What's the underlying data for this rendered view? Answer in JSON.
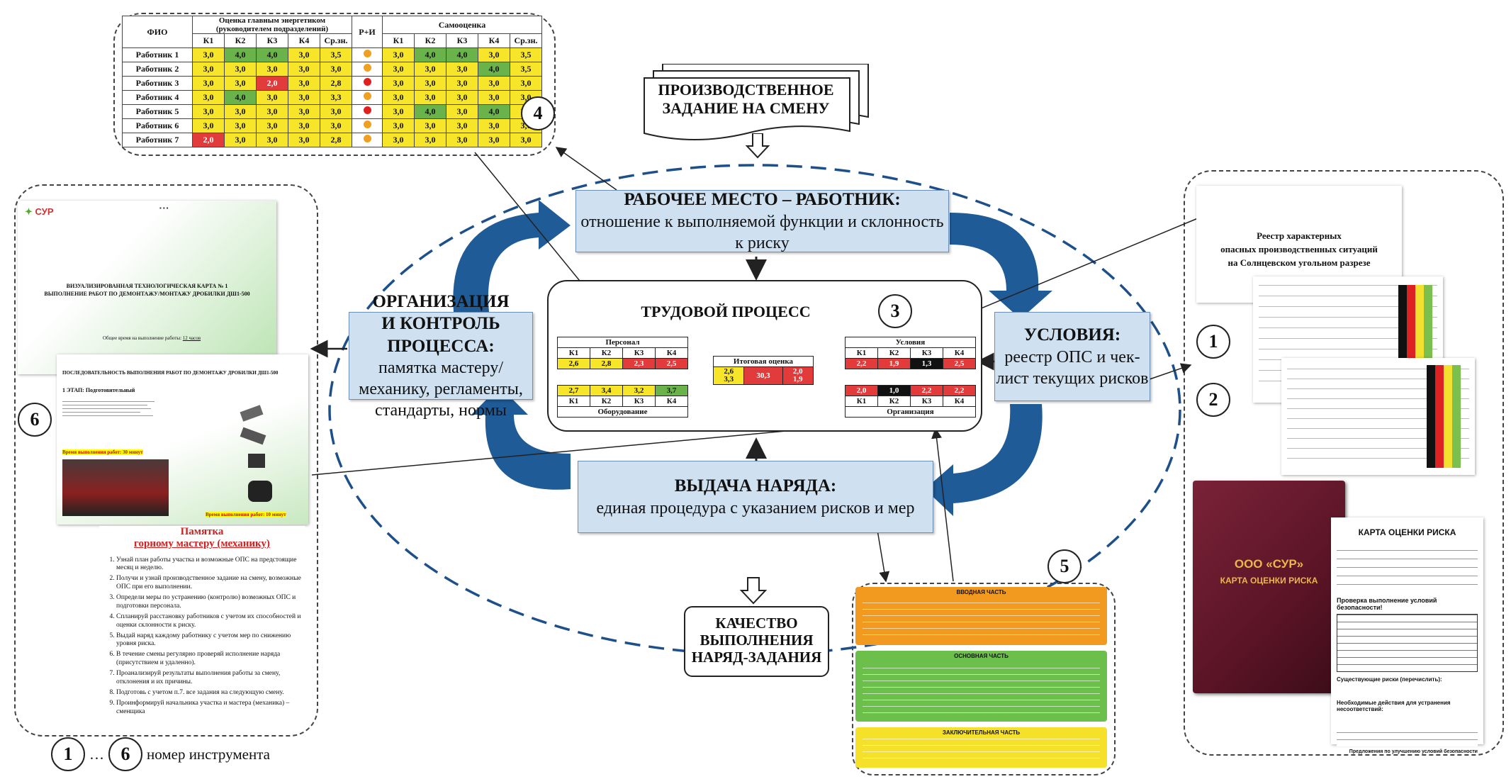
{
  "score_table": {
    "head_fio": "ФИО",
    "head_manager": "Оценка главным энергетиком (руководителем подразделений)",
    "head_pi": "Р+И",
    "head_self": "Самооценка",
    "cols": [
      "К1",
      "К2",
      "К3",
      "К4",
      "Ср.зн."
    ],
    "rows": [
      {
        "name": "Работник 1",
        "m": [
          "3,0",
          "4,0",
          "4,0",
          "3,0",
          "3,5"
        ],
        "mc": [
          "y",
          "g",
          "g",
          "y",
          "y"
        ],
        "dot": "#f0a020",
        "s": [
          "3,0",
          "4,0",
          "4,0",
          "3,0",
          "3,5"
        ],
        "sc": [
          "y",
          "g",
          "g",
          "y",
          "y"
        ]
      },
      {
        "name": "Работник 2",
        "m": [
          "3,0",
          "3,0",
          "3,0",
          "3,0",
          "3,0"
        ],
        "mc": [
          "y",
          "y",
          "y",
          "y",
          "y"
        ],
        "dot": "#f0a020",
        "s": [
          "3,0",
          "3,0",
          "3,0",
          "4,0",
          "3,5"
        ],
        "sc": [
          "y",
          "y",
          "y",
          "g",
          "y"
        ]
      },
      {
        "name": "Работник 3",
        "m": [
          "3,0",
          "3,0",
          "2,0",
          "3,0",
          "2,8"
        ],
        "mc": [
          "y",
          "y",
          "r",
          "y",
          "y"
        ],
        "dot": "#e02020",
        "s": [
          "3,0",
          "3,0",
          "3,0",
          "3,0",
          "3,0"
        ],
        "sc": [
          "y",
          "y",
          "y",
          "y",
          "y"
        ]
      },
      {
        "name": "Работник 4",
        "m": [
          "3,0",
          "4,0",
          "3,0",
          "3,0",
          "3,3"
        ],
        "mc": [
          "y",
          "g",
          "y",
          "y",
          "y"
        ],
        "dot": "#f0a020",
        "s": [
          "3,0",
          "3,0",
          "3,0",
          "3,0",
          "3,0"
        ],
        "sc": [
          "y",
          "y",
          "y",
          "y",
          "y"
        ]
      },
      {
        "name": "Работник 5",
        "m": [
          "3,0",
          "3,0",
          "3,0",
          "3,0",
          "3,0"
        ],
        "mc": [
          "y",
          "y",
          "y",
          "y",
          "y"
        ],
        "dot": "#e02020",
        "s": [
          "3,0",
          "4,0",
          "3,0",
          "4,0",
          "3,5"
        ],
        "sc": [
          "y",
          "g",
          "y",
          "g",
          "y"
        ]
      },
      {
        "name": "Работник 6",
        "m": [
          "3,0",
          "3,0",
          "3,0",
          "3,0",
          "3,0"
        ],
        "mc": [
          "y",
          "y",
          "y",
          "y",
          "y"
        ],
        "dot": "#f0a020",
        "s": [
          "3,0",
          "3,0",
          "3,0",
          "3,0",
          "3,0"
        ],
        "sc": [
          "y",
          "y",
          "y",
          "y",
          "y"
        ]
      },
      {
        "name": "Работник 7",
        "m": [
          "2,0",
          "3,0",
          "3,0",
          "3,0",
          "2,8"
        ],
        "mc": [
          "r",
          "y",
          "y",
          "y",
          "y"
        ],
        "dot": "#f0a020",
        "s": [
          "3,0",
          "3,0",
          "3,0",
          "3,0",
          "3,0"
        ],
        "sc": [
          "y",
          "y",
          "y",
          "y",
          "y"
        ]
      }
    ]
  },
  "shift_task": {
    "line1": "ПРОИЗВОДСТВЕННОЕ",
    "line2": "ЗАДАНИЕ НА СМЕНУ"
  },
  "workplace": {
    "title": "РАБОЧЕЕ МЕСТО – РАБОТНИК:",
    "text": "отношение к выполняемой функции и склонность к риску"
  },
  "organization": {
    "title1": "ОРГАНИЗАЦИЯ",
    "title2": "И КОНТРОЛЬ ПРОЦЕССА:",
    "text": "памятка мастеру/механику, регламенты, стандарты, нормы"
  },
  "conditions": {
    "title": "УСЛОВИЯ:",
    "text": "реестр ОПС и чек-лист текущих рисков"
  },
  "order": {
    "title": "ВЫДАЧА НАРЯДА:",
    "text": "единая процедура с указанием рисков и мер"
  },
  "labor": {
    "title": "ТРУДОВОЙ ПРОЦЕСС",
    "personnel": {
      "label": "Персонал",
      "cols": [
        "К1",
        "К2",
        "К3",
        "К4"
      ],
      "vals": [
        "2,6",
        "2,8",
        "2,3",
        "2,5"
      ],
      "colors": [
        "y",
        "y",
        "r",
        "r"
      ]
    },
    "equipment": {
      "label": "Оборудование",
      "cols": [
        "К1",
        "К2",
        "К3",
        "К4"
      ],
      "vals": [
        "2,7",
        "3,4",
        "3,2",
        "3,7"
      ],
      "colors": [
        "y",
        "y",
        "y",
        "g"
      ]
    },
    "conditions": {
      "label": "Условия",
      "cols": [
        "К1",
        "К2",
        "К3",
        "К4"
      ],
      "vals": [
        "2,2",
        "1,9",
        "1,3",
        "2,5"
      ],
      "colors": [
        "r",
        "r",
        "k",
        "r"
      ]
    },
    "organization": {
      "label": "Организация",
      "cols": [
        "К1",
        "К2",
        "К3",
        "К4"
      ],
      "vals": [
        "2,0",
        "1,0",
        "2,2",
        "2,2"
      ],
      "colors": [
        "r",
        "k",
        "r",
        "r"
      ]
    },
    "final": {
      "label": "Итоговая оценка",
      "left": [
        "2,6",
        "3,3"
      ],
      "center": "30,3",
      "right": [
        "2,0",
        "1,9"
      ]
    }
  },
  "quality": {
    "line1": "КАЧЕСТВО",
    "line2": "ВЫПОЛНЕНИЯ",
    "line3": "НАРЯД-ЗАДАНИЯ"
  },
  "markers": {
    "m1": "1",
    "m2": "2",
    "m3": "3",
    "m4": "4",
    "m5": "5",
    "m6": "6"
  },
  "legend": {
    "from": "1",
    "dots": "…",
    "to": "6",
    "text": "номер инструмента"
  },
  "registry": {
    "line1": "Реестр характерных",
    "line2": "опасных производственных ситуаций",
    "line3": "на Солнцевском угольном разрезе"
  },
  "card": {
    "company": "ООО «СУР»",
    "cover_title": "КАРТА ОЦЕНКИ РИСКА",
    "sheet_title": "КАРТА ОЦЕНКИ РИСКА",
    "check": "Проверка выполнение условий безопасности!",
    "risks": "Существующие риски (перечислить):",
    "measures": "Необходимые действия для устранения несоответствий:",
    "proposal": "Предложения по улучшению условий безопасности"
  },
  "reminder": {
    "title1": "Памятка",
    "title2": "горному мастеру (механику)",
    "items": [
      "Узнай план работы участка и возможные ОПС на предстоящие месяц и неделю.",
      "Получи и узнай производственное задание на смену, возможные ОПС при его выполнении.",
      "Определи меры по устранению (контролю) возможных ОПС и подготовки персонала.",
      "Спланируй расстановку работников с учетом их способностей и оценки склонности к риску.",
      "Выдай наряд каждому работнику с учетом мер по снижению уровня риска.",
      "В течение смены регулярно проверяй исполнение наряда (присутствием и удаленно).",
      "Проанализируй результаты выполнения работы за смену, отклонения и их причины.",
      "Подготовь с учетом п.7. все задания на следующую смену.",
      "Проинформируй начальника участка и мастера (механика) – сменщика"
    ]
  },
  "techcard": {
    "logo": "СУР",
    "title1": "ВИЗУАЛИЗИРОВАННАЯ ТЕХНОЛОГИЧЕСКАЯ КАРТА № 1",
    "title2": "ВЫПОЛНЕНИЕ РАБОТ ПО ДЕМОНТАЖУ/МОНТАЖУ ДРОБИЛКИ ДШ1-500",
    "time": "Общее время на выполнение работы:",
    "time_val": "12 часов",
    "seq": "ПОСЛЕДОВАТЕЛЬНОСТЬ ВЫПОЛНЕНИЯ РАБОТ ПО ДЕМОНТАЖУ ДРОБИЛКИ ДШ1-500",
    "stage": "1 ЭТАП: Подготовительный",
    "stage_time": "Время выполнения работ: 30 минут",
    "stage_time2": "Время выполнения работ: 10 минут"
  },
  "instruction": {
    "intro": "ВВОДНАЯ ЧАСТЬ",
    "main": "ОСНОВНАЯ ЧАСТЬ",
    "final": "ЗАКЛЮЧИТЕЛЬНАЯ ЧАСТЬ"
  }
}
